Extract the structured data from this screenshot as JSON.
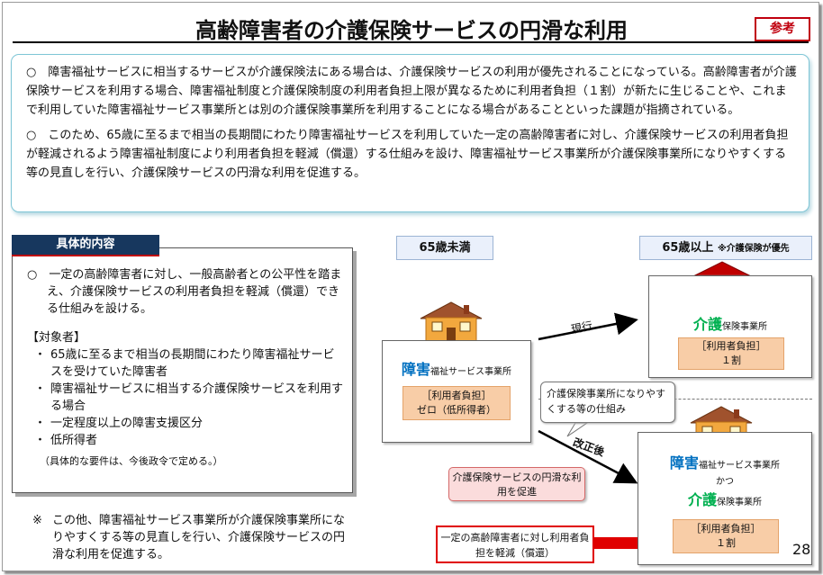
{
  "title": "高齢障害者の介護保険サービスの円滑な利用",
  "badge": "参考",
  "overview": {
    "para1": "○　障害福祉サービスに相当するサービスが介護保険法にある場合は、介護保険サービスの利用が優先されることになっている。高齢障害者が介護保険サービスを利用する場合、障害福祉制度と介護保険制度の利用者負担上限が異なるために利用者負担（１割）が新たに生じることや、これまで利用していた障害福祉サービス事業所とは別の介護保険事業所を利用することになる場合があることといった課題が指摘されている。",
    "para2": "○　このため、65歳に至るまで相当の長期間にわたり障害福祉サービスを利用していた一定の高齢障害者に対し、介護保険サービスの利用者負担が軽減されるよう障害福祉制度により利用者負担を軽減（償還）する仕組みを設け、障害福祉サービス事業所が介護保険事業所になりやすくする等の見直しを行い、介護保険サービスの円滑な利用を促進する。"
  },
  "details": {
    "header": "具体的内容",
    "intro": "○　一定の高齢障害者に対し、一般高齢者との公平性を踏まえ、介護保険サービスの利用者負担を軽減（償還）できる仕組みを設ける。",
    "targets_title": "【対象者】",
    "bullet": "・",
    "targets": [
      "65歳に至るまで相当の長期間にわたり障害福祉サービスを受けていた障害者",
      "障害福祉サービスに相当する介護保険サービスを利用する場合",
      "一定程度以上の障害支援区分",
      "低所得者"
    ],
    "note": "（具体的な要件は、今後政令で定める。）"
  },
  "footer_note": {
    "mark": "※",
    "text": "この他、障害福祉サービス事業所が介護保険事業所になりやすくする等の見直しを行い、介護保険サービスの円滑な利用を促進する。"
  },
  "diagram": {
    "under65": "65歳未満",
    "over65": "65歳以上",
    "over65_note": "※介護保険が優先",
    "left_provider": {
      "big": "障害",
      "small": "福祉サービス事業所",
      "burden_label": "［利用者負担］",
      "burden_value": "ゼロ（低所得者）"
    },
    "current_label": "現行",
    "revised_label": "改正後",
    "top_right_provider": {
      "big": "介護",
      "small": "保険事業所",
      "burden_label": "［利用者負担］",
      "burden_value": "１割"
    },
    "bottom_right_provider": {
      "big1": "障害",
      "small1": "福祉サービス事業所",
      "and": "かつ",
      "big2": "介護",
      "small2": "保険事業所",
      "burden_label": "［利用者負担］",
      "burden_value": "１割"
    },
    "callout_mechanism": "介護保険事業所になりやすくする等の仕組み",
    "callout_smooth": "介護保険サービスの円滑な利用を促進",
    "callout_reduce": "一定の高齢障害者に対し利用者負担を軽減（償還）"
  },
  "page_number": "28",
  "colors": {
    "dark_navy": "#17375e",
    "accent_red": "#c00000",
    "kaigo_green": "#00b050",
    "shogai_blue": "#0070c0",
    "burden_orange": "#f8cda7"
  }
}
